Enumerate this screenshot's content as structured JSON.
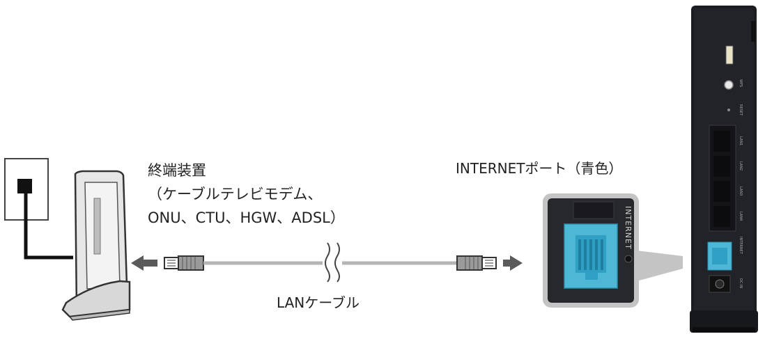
{
  "terminal_device": {
    "title": "終端装置",
    "line2": "（ケーブルテレビモデム、",
    "line3": "ONU、CTU、HGW、ADSL）"
  },
  "internet_port": {
    "label": "INTERNETポート（青色）",
    "callout_text": "INTERNET"
  },
  "cable": {
    "label": "LANケーブル"
  },
  "router_labels": [
    "LAN1",
    "LAN2",
    "LAN3",
    "LAN4",
    "INTERNET",
    "DC IN",
    "WPS",
    "RESET"
  ],
  "colors": {
    "port_blue": "#4fb7d6",
    "router_body": "#1c1d21",
    "cable_gray": "#b4b4b4",
    "arrow_gray": "#5a5a5a"
  }
}
